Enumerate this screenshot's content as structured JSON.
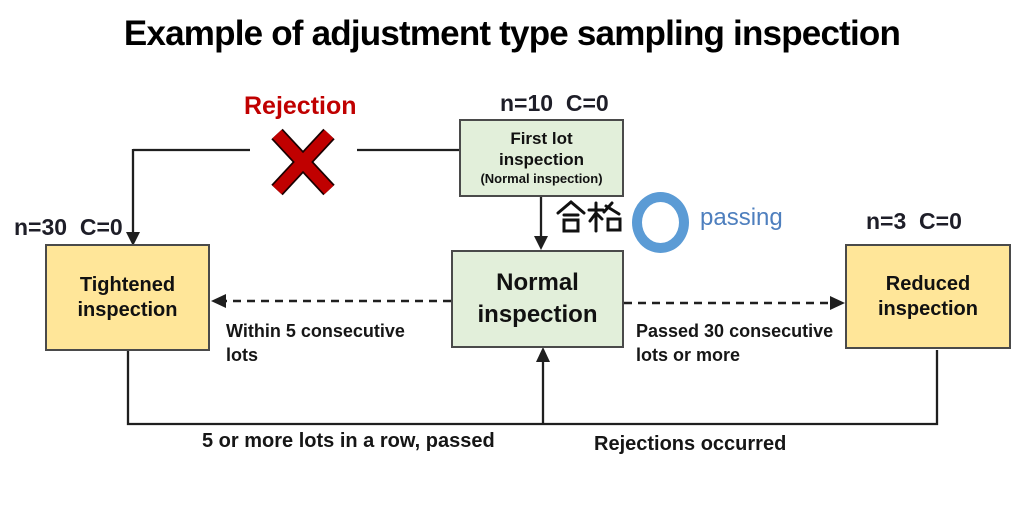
{
  "title": "Example of adjustment type sampling inspection",
  "colors": {
    "red": "#c00000",
    "green_box": "#e2efda",
    "yellow_box": "#ffe699",
    "blue_ring": "#5b9bd5",
    "blue_text": "#4e7fbe"
  },
  "top": {
    "rejection_label": "Rejection",
    "rejection_icon": "red-x-mark",
    "first_lot_params": "n=10  C=0",
    "first_lot_title": "First lot\ninspection",
    "first_lot_subtitle": "(Normal inspection)"
  },
  "center": {
    "pass_kanji": "合格",
    "pass_icon": "blue-circle-mark",
    "passing_label": "passing"
  },
  "boxes": {
    "tightened": {
      "params": "n=30  C=0",
      "label": "Tightened\ninspection"
    },
    "normal": {
      "label": "Normal\ninspection"
    },
    "reduced": {
      "params": "n=3  C=0",
      "label": "Reduced\ninspection"
    }
  },
  "edges": {
    "normal_to_tightened": "Within 5 consecutive\nlots",
    "normal_to_reduced": "Passed 30 consecutive\nlots or more",
    "tightened_to_normal": "5 or more lots in a row, passed",
    "reduced_to_normal": "Rejections occurred"
  }
}
